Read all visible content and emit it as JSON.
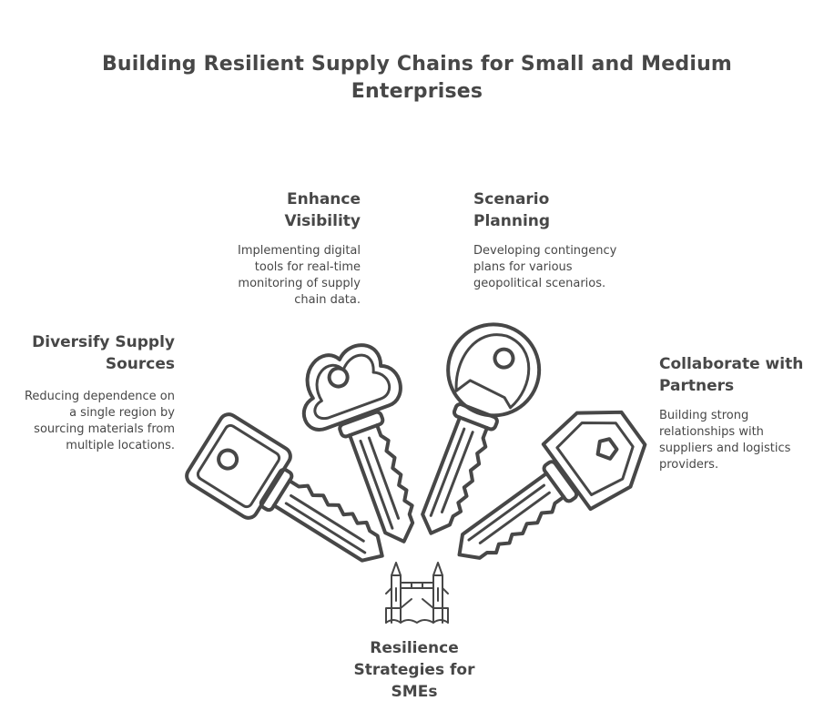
{
  "title": "Building Resilient Supply Chains for Small and Medium Enterprises",
  "center": {
    "label": "Resilience Strategies for SMEs",
    "icon": "tower-bridge-icon"
  },
  "items": [
    {
      "heading": "Enhance Visibility",
      "description": "Implementing digital tools for real-time monitoring of supply chain data."
    },
    {
      "heading": "Scenario Planning",
      "description": "Developing contingency plans for various geopolitical scenarios."
    },
    {
      "heading": "Diversify Supply Sources",
      "description": "Reducing dependence on a single region by sourcing materials from multiple locations."
    },
    {
      "heading": "Collaborate with Partners",
      "description": "Building strong relationships with suppliers and logistics providers."
    }
  ],
  "colors": {
    "ink": "#474747",
    "background": "#ffffff"
  }
}
